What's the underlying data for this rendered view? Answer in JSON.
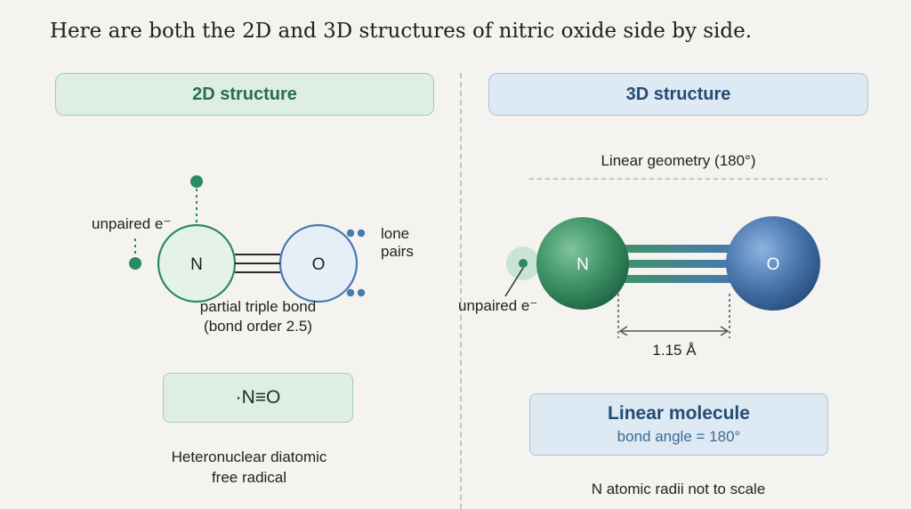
{
  "heading": "Here are both the 2D and 3D structures of nitric oxide side by side.",
  "left_panel": {
    "title": "2D structure",
    "unpaired_label": "unpaired e⁻",
    "atom_n": "N",
    "atom_o": "O",
    "lone_pairs_line1": "lone",
    "lone_pairs_line2": "pairs",
    "bond_label_line1": "partial triple bond",
    "bond_label_line2": "(bond order 2.5)",
    "formula": "·N≡O",
    "description_line1": "Heteronuclear diatomic",
    "description_line2": "free radical"
  },
  "right_panel": {
    "title": "3D structure",
    "geometry_label": "Linear geometry (180°)",
    "atom_n": "N",
    "atom_o": "O",
    "unpaired_label": "unpaired e⁻",
    "bond_length": "1.15 Å",
    "linear_title": "Linear molecule",
    "linear_sub": "bond angle = 180°",
    "footnote": "N atomic radii not to scale"
  },
  "colors": {
    "green_accent": "#2a8a63",
    "blue_accent": "#4a78b0",
    "green_panel": "#dfeee2",
    "blue_panel": "#dde9f3"
  }
}
